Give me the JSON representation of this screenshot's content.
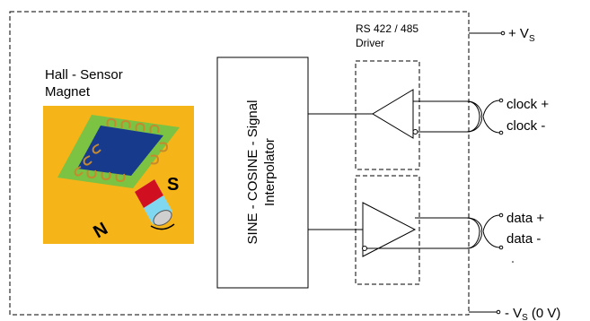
{
  "hall_sensor": {
    "label_line1": "Hall - Sensor",
    "label_line2": "Magnet",
    "pole_n": "N",
    "pole_s": "S"
  },
  "interpolator": {
    "line1": "SINE - COSINE - Signal",
    "line2": "Interpolator"
  },
  "driver": {
    "label_line1": "RS 422 / 485",
    "label_line2": "Driver"
  },
  "outputs": {
    "clock_pos": "clock +",
    "clock_neg": "clock -",
    "data_pos": "data +",
    "data_neg": "data -"
  },
  "supply": {
    "vs_pos_prefix": "+ V",
    "vs_pos_sub": "S",
    "vs_neg_prefix": "- V",
    "vs_neg_sub": "S",
    "vs_neg_suffix": "(0 V)"
  },
  "colors": {
    "magnet_bg": "#f5b417",
    "sensor_board": "#7cc243",
    "sensor_chip": "#173a8c",
    "coil_wire": "#c58a2e",
    "pole_s": "#d01020"
  }
}
